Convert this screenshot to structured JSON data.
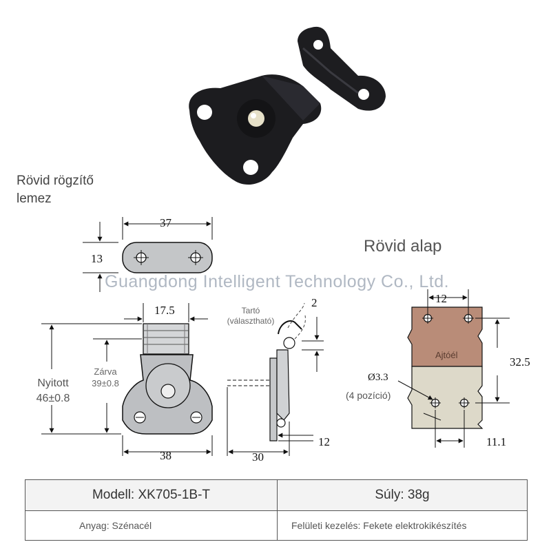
{
  "labels": {
    "short_plate": "Rövid rögzítő lemez",
    "short_base": "Rövid alap",
    "watermark": "Guangdong Intelligent Technology Co., Ltd.",
    "holder": "Tartó (választható)",
    "open_label": "Nyitott",
    "open_value": "46±0.8",
    "closed_label": "Zárva",
    "closed_value": "39±0.8",
    "door_leaf": "Ajtóél",
    "hole_diameter": "Ø3.3",
    "hole_positions": "(4 pozíció)"
  },
  "dimensions": {
    "plate_width": "37",
    "plate_height": "13",
    "latch_top_width": "17.5",
    "latch_width": "38",
    "side_depth": "30",
    "side_offset": "12",
    "side_top": "2",
    "base_top_width": "12",
    "base_height": "32.5",
    "base_bottom_width": "11.1"
  },
  "spec_table": {
    "model": "Modell: XK705-1B-T",
    "weight": "Súly: 38g",
    "material": "Anyag: Szénacél",
    "surface": "Felületi kezelés: Fekete elektrokikészítés"
  },
  "colors": {
    "product": "#1c1c1f",
    "door_leaf_fill": "#b98c78",
    "base_fill": "#ddd9c9",
    "drawing_fill": "#bdbfc2"
  }
}
